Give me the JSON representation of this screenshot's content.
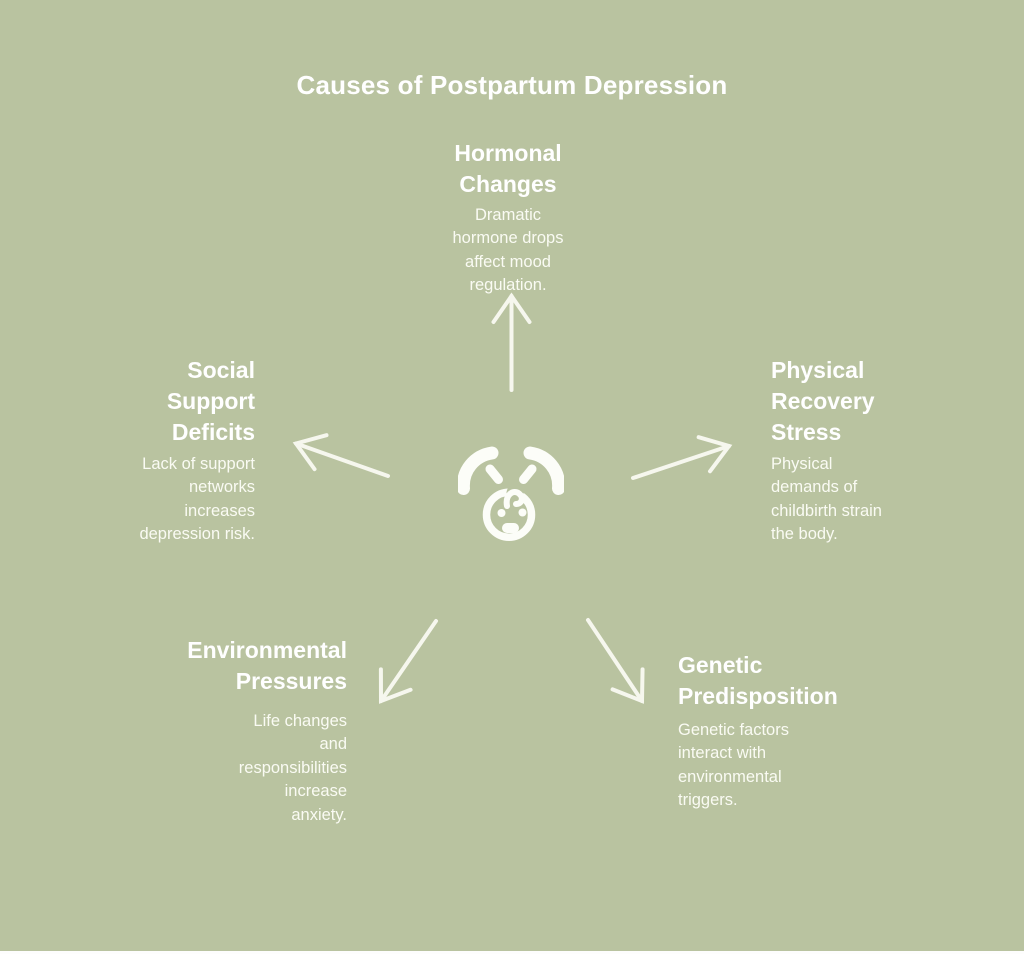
{
  "title": "Causes of Postpartum Depression",
  "colors": {
    "background": "#b9c3a0",
    "heading_text": "#ffffff",
    "body_text": "#fafbf3",
    "arrow": "#f6f7ee",
    "icon": "#fcfdf8"
  },
  "center": {
    "icon": "hands-cradling-baby-icon"
  },
  "nodes": {
    "top": {
      "title": "Hormonal\nChanges",
      "description": "Dramatic\nhormone drops\naffect mood\nregulation."
    },
    "left": {
      "title": "Social\nSupport\nDeficits",
      "description": "Lack of support\nnetworks\nincreases\ndepression risk."
    },
    "right": {
      "title": "Physical\nRecovery\nStress",
      "description": "Physical\ndemands of\nchildbirth strain\nthe body."
    },
    "bottom_left": {
      "title": "Environmental\nPressures",
      "description": "Life changes\nand\nresponsibilities\nincrease\nanxiety."
    },
    "bottom_right": {
      "title": "Genetic\nPredisposition",
      "description": "Genetic factors\ninteract with\nenvironmental\ntriggers."
    }
  }
}
